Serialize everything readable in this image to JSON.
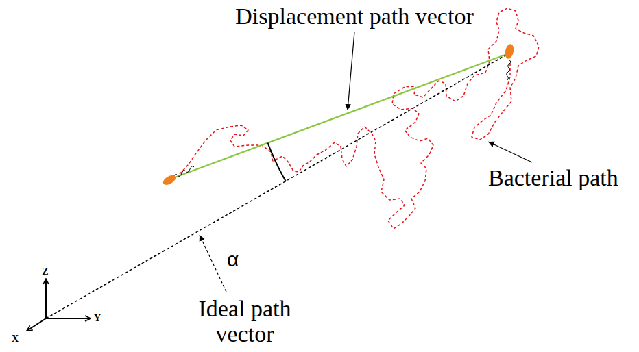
{
  "diagram": {
    "labels": [
      "Displacement path vector",
      "α",
      "Bacterial path",
      "Ideal path vector",
      "Z",
      "Y",
      "X"
    ]
  }
}
